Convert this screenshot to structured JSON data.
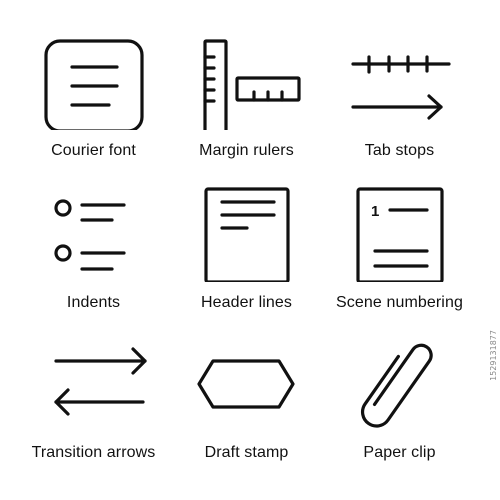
{
  "icons": [
    {
      "icon": "courier-font-icon",
      "label": "Courier font"
    },
    {
      "icon": "margin-rulers-icon",
      "label": "Margin rulers"
    },
    {
      "icon": "tab-stops-icon",
      "label": "Tab stops"
    },
    {
      "icon": "indents-icon",
      "label": "Indents"
    },
    {
      "icon": "header-lines-icon",
      "label": "Header lines"
    },
    {
      "icon": "scene-numbering-icon",
      "label": "Scene numbering"
    },
    {
      "icon": "transition-arrows-icon",
      "label": "Transition arrows"
    },
    {
      "icon": "draft-stamp-icon",
      "label": "Draft stamp"
    },
    {
      "icon": "paper-clip-icon",
      "label": "Paper clip"
    }
  ],
  "scene_number": "1",
  "stock_id": "1529131877",
  "colors": {
    "stroke": "#111111",
    "background": "#ffffff"
  }
}
